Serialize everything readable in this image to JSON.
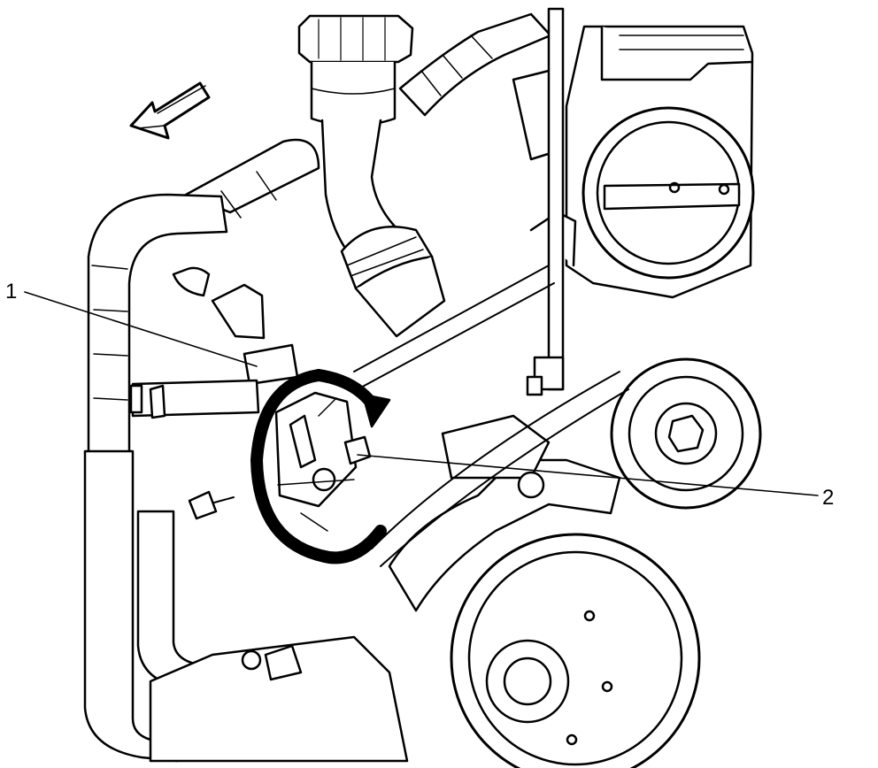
{
  "callouts": [
    {
      "id": "1",
      "text": "1"
    },
    {
      "id": "2",
      "text": "2"
    }
  ],
  "colors": {
    "line": "#000000",
    "background": "#ffffff",
    "fill": "#ffffff"
  },
  "icons": [
    "direction-arrow-icon",
    "rotation-arrow-icon"
  ]
}
